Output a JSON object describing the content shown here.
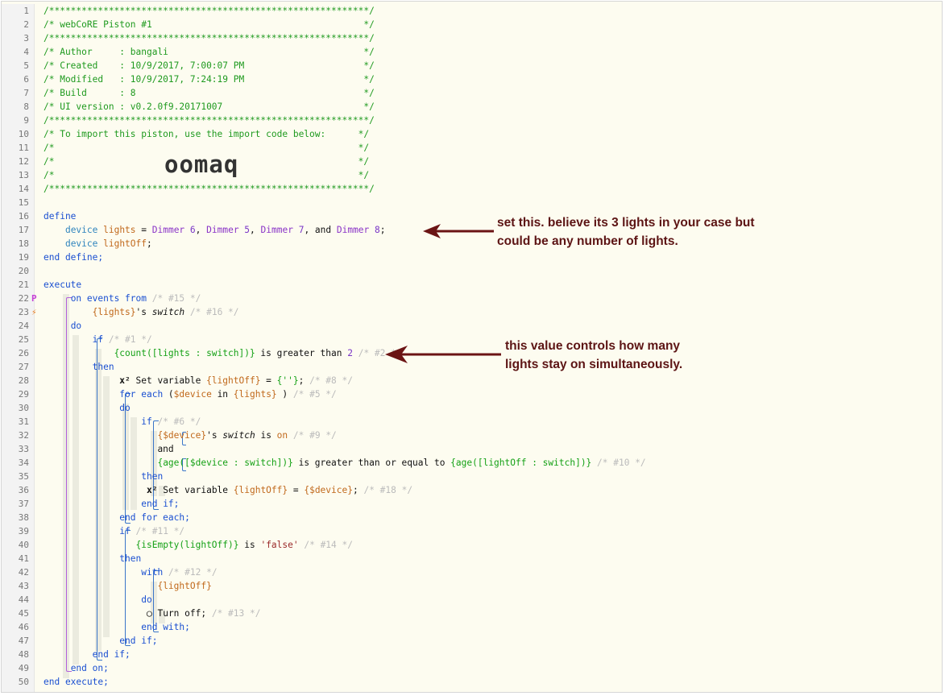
{
  "lines": [
    {
      "n": "1",
      "t": [
        [
          "c",
          "/***********************************************************/"
        ]
      ]
    },
    {
      "n": "2",
      "t": [
        [
          "c",
          "/* webCoRE Piston #1                                       */"
        ]
      ]
    },
    {
      "n": "3",
      "t": [
        [
          "c",
          "/***********************************************************/"
        ]
      ]
    },
    {
      "n": "4",
      "t": [
        [
          "c",
          "/* Author     : bangali                                    */"
        ]
      ]
    },
    {
      "n": "5",
      "t": [
        [
          "c",
          "/* Created    : 10/9/2017, 7:00:07 PM                      */"
        ]
      ]
    },
    {
      "n": "6",
      "t": [
        [
          "c",
          "/* Modified   : 10/9/2017, 7:24:19 PM                      */"
        ]
      ]
    },
    {
      "n": "7",
      "t": [
        [
          "c",
          "/* Build      : 8                                          */"
        ]
      ]
    },
    {
      "n": "8",
      "t": [
        [
          "c",
          "/* UI version : v0.2.0f9.20171007                          */"
        ]
      ]
    },
    {
      "n": "9",
      "t": [
        [
          "c",
          "/***********************************************************/"
        ]
      ]
    },
    {
      "n": "10",
      "t": [
        [
          "c",
          "/* To import this piston, use the import code below:      */"
        ]
      ]
    },
    {
      "n": "11",
      "t": [
        [
          "c",
          "/*                                                        */"
        ]
      ]
    },
    {
      "n": "12",
      "t": [
        [
          "c",
          "/*                                                        */"
        ]
      ]
    },
    {
      "n": "13",
      "t": [
        [
          "c",
          "/*                                                        */"
        ]
      ]
    },
    {
      "n": "14",
      "t": [
        [
          "c",
          "/***********************************************************/"
        ]
      ]
    },
    {
      "n": "15",
      "t": []
    },
    {
      "n": "16",
      "t": [
        [
          "kw",
          "define"
        ]
      ]
    },
    {
      "n": "17",
      "t": [
        [
          "",
          "    "
        ],
        [
          "ty",
          "device "
        ],
        [
          "vr",
          "lights"
        ],
        [
          "",
          " = "
        ],
        [
          "dv",
          "Dimmer "
        ],
        [
          "nm",
          "6"
        ],
        [
          "",
          ", "
        ],
        [
          "dv",
          "Dimmer "
        ],
        [
          "nm",
          "5"
        ],
        [
          "",
          ", "
        ],
        [
          "dv",
          "Dimmer "
        ],
        [
          "nm",
          "7"
        ],
        [
          "",
          ", and "
        ],
        [
          "dv",
          "Dimmer "
        ],
        [
          "nm",
          "8"
        ],
        [
          "",
          ";"
        ]
      ]
    },
    {
      "n": "18",
      "t": [
        [
          "",
          "    "
        ],
        [
          "ty",
          "device "
        ],
        [
          "vr",
          "lightOff"
        ],
        [
          "",
          ";"
        ]
      ]
    },
    {
      "n": "19",
      "t": [
        [
          "kw",
          "end define;"
        ]
      ]
    },
    {
      "n": "20",
      "t": []
    },
    {
      "n": "21",
      "t": [
        [
          "kw",
          "execute"
        ]
      ]
    },
    {
      "n": "22",
      "t": [
        [
          "",
          "     "
        ],
        [
          "kw",
          "on events from "
        ],
        [
          "cm",
          "/* #15 */"
        ]
      ]
    },
    {
      "n": "23",
      "t": [
        [
          "",
          "         "
        ],
        [
          "vr",
          "{lights}"
        ],
        [
          "",
          "'s "
        ],
        [
          "it",
          "switch"
        ],
        [
          "",
          " "
        ],
        [
          "cm",
          "/* #16 */"
        ]
      ]
    },
    {
      "n": "24",
      "t": [
        [
          "",
          "     "
        ],
        [
          "kw",
          "do"
        ]
      ]
    },
    {
      "n": "25",
      "t": [
        [
          "",
          "         "
        ],
        [
          "kw",
          "if "
        ],
        [
          "cm",
          "/* #1 */"
        ]
      ]
    },
    {
      "n": "26",
      "t": [
        [
          "",
          "             "
        ],
        [
          "ex",
          "{count([lights : switch])}"
        ],
        [
          "",
          " is greater than "
        ],
        [
          "nm",
          "2"
        ],
        [
          "",
          " "
        ],
        [
          "cm",
          "/* #2 */"
        ]
      ]
    },
    {
      "n": "27",
      "t": [
        [
          "",
          "         "
        ],
        [
          "kw",
          "then"
        ]
      ]
    },
    {
      "n": "28",
      "t": [
        [
          "",
          "              "
        ],
        [
          "x2",
          "x²"
        ],
        [
          "",
          " Set variable "
        ],
        [
          "vr",
          "{lightOff}"
        ],
        [
          "",
          " = "
        ],
        [
          "ex",
          "{''}"
        ],
        [
          "",
          "; "
        ],
        [
          "cm",
          "/* #8 */"
        ]
      ]
    },
    {
      "n": "29",
      "t": [
        [
          "",
          "              "
        ],
        [
          "kw",
          "for each "
        ],
        [
          "",
          "("
        ],
        [
          "vr",
          "$device"
        ],
        [
          "",
          " in "
        ],
        [
          "vr",
          "{lights}"
        ],
        [
          "",
          " ) "
        ],
        [
          "cm",
          "/* #5 */"
        ]
      ]
    },
    {
      "n": "30",
      "t": [
        [
          "",
          "              "
        ],
        [
          "kw",
          "do"
        ]
      ]
    },
    {
      "n": "31",
      "t": [
        [
          "",
          "                  "
        ],
        [
          "kw",
          "if "
        ],
        [
          "cm",
          "/* #6 */"
        ]
      ]
    },
    {
      "n": "32",
      "t": [
        [
          "",
          "                     "
        ],
        [
          "vr",
          "{$device}"
        ],
        [
          "",
          "'s "
        ],
        [
          "it",
          "switch"
        ],
        [
          "",
          " is "
        ],
        [
          "vr",
          "on"
        ],
        [
          "",
          " "
        ],
        [
          "cm",
          "/* #9 */"
        ]
      ]
    },
    {
      "n": "33",
      "t": [
        [
          "",
          "                     and"
        ]
      ]
    },
    {
      "n": "34",
      "t": [
        [
          "",
          "                     "
        ],
        [
          "ex",
          "{age([$device : switch])}"
        ],
        [
          "",
          " is greater than or equal to "
        ],
        [
          "ex",
          "{age([lightOff : switch])}"
        ],
        [
          "",
          " "
        ],
        [
          "cm",
          "/* #10 */"
        ]
      ]
    },
    {
      "n": "35",
      "t": [
        [
          "",
          "                  "
        ],
        [
          "kw",
          "then"
        ]
      ]
    },
    {
      "n": "36",
      "t": [
        [
          "",
          "                   "
        ],
        [
          "x2",
          "x²"
        ],
        [
          "",
          " Set variable "
        ],
        [
          "vr",
          "{lightOff}"
        ],
        [
          "",
          " = "
        ],
        [
          "vr",
          "{$device}"
        ],
        [
          "",
          "; "
        ],
        [
          "cm",
          "/* #18 */"
        ]
      ]
    },
    {
      "n": "37",
      "t": [
        [
          "",
          "                  "
        ],
        [
          "kw",
          "end if;"
        ]
      ]
    },
    {
      "n": "38",
      "t": [
        [
          "",
          "              "
        ],
        [
          "kw",
          "end for each;"
        ]
      ]
    },
    {
      "n": "39",
      "t": [
        [
          "",
          "              "
        ],
        [
          "kw",
          "if "
        ],
        [
          "cm",
          "/* #11 */"
        ]
      ]
    },
    {
      "n": "40",
      "t": [
        [
          "",
          "                 "
        ],
        [
          "ex",
          "{isEmpty(lightOff)}"
        ],
        [
          "",
          " is "
        ],
        [
          "st",
          "'false'"
        ],
        [
          "",
          " "
        ],
        [
          "cm",
          "/* #14 */"
        ]
      ]
    },
    {
      "n": "41",
      "t": [
        [
          "",
          "              "
        ],
        [
          "kw",
          "then"
        ]
      ]
    },
    {
      "n": "42",
      "t": [
        [
          "",
          "                  "
        ],
        [
          "kw",
          "with "
        ],
        [
          "cm",
          "/* #12 */"
        ]
      ]
    },
    {
      "n": "43",
      "t": [
        [
          "",
          "                     "
        ],
        [
          "vr",
          "{lightOff}"
        ]
      ]
    },
    {
      "n": "44",
      "t": [
        [
          "",
          "                  "
        ],
        [
          "kw",
          "do"
        ]
      ]
    },
    {
      "n": "45",
      "t": [
        [
          "",
          "                   "
        ],
        [
          "x2",
          "◯"
        ],
        [
          "",
          " Turn off; "
        ],
        [
          "cm",
          "/* #13 */"
        ]
      ]
    },
    {
      "n": "46",
      "t": [
        [
          "",
          "                  "
        ],
        [
          "kw",
          "end with;"
        ]
      ]
    },
    {
      "n": "47",
      "t": [
        [
          "",
          "              "
        ],
        [
          "kw",
          "end if;"
        ]
      ]
    },
    {
      "n": "48",
      "t": [
        [
          "",
          "         "
        ],
        [
          "kw",
          "end if;"
        ]
      ]
    },
    {
      "n": "49",
      "t": [
        [
          "",
          "     "
        ],
        [
          "kw",
          "end on;"
        ]
      ]
    },
    {
      "n": "50",
      "t": [
        [
          "kw",
          "end execute;"
        ]
      ]
    }
  ],
  "import_code": "oomaq",
  "gutter_markers": {
    "trigger_line22": "P",
    "trigger_line23": "⚡"
  },
  "annotations": {
    "note1_line1": "set this. believe its 3 lights in your case but",
    "note1_line2": "could be any number of lights.",
    "note2_line1": "this value controls how many",
    "note2_line2": "lights stay on simultaneously."
  },
  "colors": {
    "comment": "#1f9a1f",
    "keyword": "#1a4fd1",
    "variable": "#c1691c",
    "device": "#8a34c7",
    "annotation": "#5c1414",
    "block_border": "#3a76c9"
  }
}
